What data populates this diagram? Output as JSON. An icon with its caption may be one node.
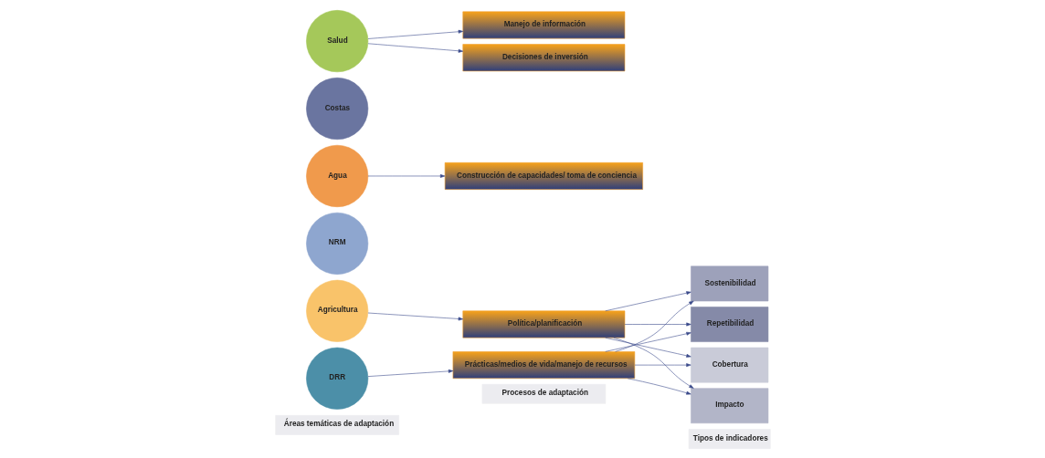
{
  "diagram": {
    "nodes": [
      {
        "text": [
          "Áreas temáticas de adaptación"
        ]
      },
      {
        "text": [
          "Procesos de adaptación"
        ]
      },
      {
        "text": [
          "Tipos de indicadores"
        ]
      },
      {
        "text": [
          "Agricultura"
        ]
      },
      {
        "text": [
          "NRM"
        ]
      },
      {
        "text": [
          "Agua"
        ]
      },
      {
        "text": [
          "Costas"
        ]
      },
      {
        "text": [
          "Salud"
        ]
      },
      {
        "text": [
          "DRR"
        ]
      },
      {
        "text": [
          "Política/planificación"
        ]
      },
      {
        "text": [
          "Construcción de capacidades/ toma de conciencia"
        ]
      },
      {
        "text": [
          "Manejo de información"
        ]
      },
      {
        "text": [
          "Decisiones de inversión"
        ]
      },
      {
        "text": [
          "Prácticas/medios de vida/manejo de recursos"
        ]
      },
      {
        "text": [
          "Cobertura"
        ]
      },
      {
        "text": [
          "Impacto"
        ]
      },
      {
        "text": [
          "Sostenibilidad"
        ]
      },
      {
        "text": [
          "Repetibilidad"
        ]
      }
    ],
    "edges": [
      {
        "from": 3,
        "to": 9,
        "arrow": "to"
      },
      {
        "from": 5,
        "to": 10,
        "arrow": "to"
      },
      {
        "from": 7,
        "to": 11,
        "arrow": "to"
      },
      {
        "from": 7,
        "to": 12,
        "arrow": "to"
      },
      {
        "from": 8,
        "to": 13,
        "arrow": "to"
      },
      {
        "from": 9,
        "to": 14,
        "arrow": "to"
      },
      {
        "from": 9,
        "to": 15,
        "arrow": "to"
      },
      {
        "from": 9,
        "to": 16,
        "arrow": "to"
      },
      {
        "from": 9,
        "to": 17,
        "arrow": "to"
      },
      {
        "from": 13,
        "to": 14,
        "arrow": "to"
      },
      {
        "from": 13,
        "to": 15,
        "arrow": "to"
      },
      {
        "from": 13,
        "to": 16,
        "arrow": "to"
      },
      {
        "from": 13,
        "to": 17,
        "arrow": "to"
      }
    ]
  }
}
